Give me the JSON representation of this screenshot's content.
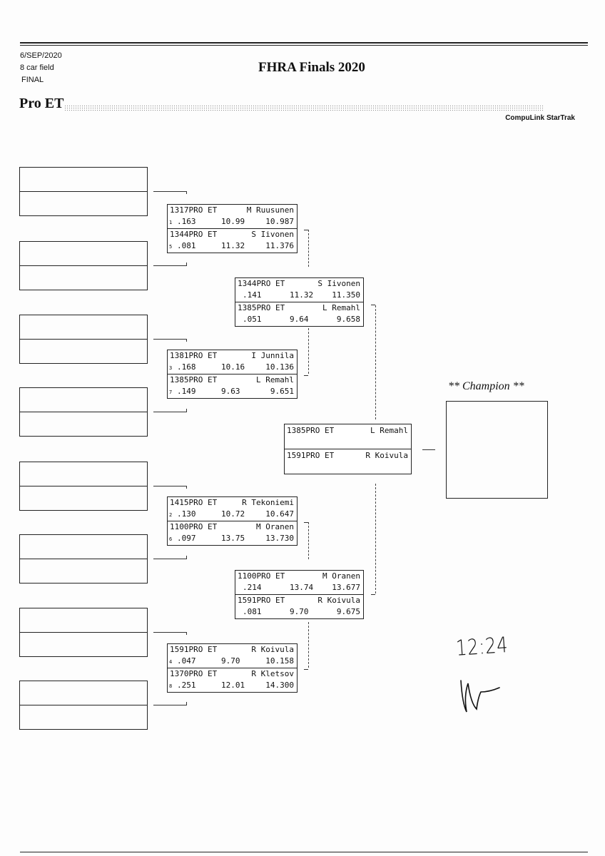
{
  "header": {
    "date": "6/SEP/2020",
    "field": "8 car field",
    "stage": "FINAL",
    "title": "FHRA Finals 2020",
    "class": "Pro ET",
    "software": "CompuLink StarTrak"
  },
  "round1": [
    {
      "a": {
        "num": "1317",
        "cls": "PRO ET",
        "name": "M Ruusunen",
        "seed": "1",
        "rt": ".163",
        "dial": "10.99",
        "et": "10.987"
      },
      "b": {
        "num": "1344",
        "cls": "PRO ET",
        "name": "S Iivonen",
        "seed": "5",
        "rt": ".081",
        "dial": "11.32",
        "et": "11.376"
      }
    },
    {
      "a": {
        "num": "1381",
        "cls": "PRO ET",
        "name": "I Junnila",
        "seed": "3",
        "rt": ".168",
        "dial": "10.16",
        "et": "10.136"
      },
      "b": {
        "num": "1385",
        "cls": "PRO ET",
        "name": "L Remahl",
        "seed": "7",
        "rt": ".149",
        "dial": "9.63",
        "et": "9.651"
      }
    },
    {
      "a": {
        "num": "1415",
        "cls": "PRO ET",
        "name": "R Tekoniemi",
        "seed": "2",
        "rt": ".130",
        "dial": "10.72",
        "et": "10.647"
      },
      "b": {
        "num": "1100",
        "cls": "PRO ET",
        "name": "M Oranen",
        "seed": "6",
        "rt": ".097",
        "dial": "13.75",
        "et": "13.730"
      }
    },
    {
      "a": {
        "num": "1591",
        "cls": "PRO ET",
        "name": "R Koivula",
        "seed": "4",
        "rt": ".047",
        "dial": "9.70",
        "et": "10.158"
      },
      "b": {
        "num": "1370",
        "cls": "PRO ET",
        "name": "R Kletsov",
        "seed": "8",
        "rt": ".251",
        "dial": "12.01",
        "et": "14.300"
      }
    }
  ],
  "round2": [
    {
      "a": {
        "num": "1344",
        "cls": "PRO ET",
        "name": "S Iivonen",
        "rt": ".141",
        "dial": "11.32",
        "et": "11.350"
      },
      "b": {
        "num": "1385",
        "cls": "PRO ET",
        "name": "L Remahl",
        "rt": ".051",
        "dial": "9.64",
        "et": "9.658"
      }
    },
    {
      "a": {
        "num": "1100",
        "cls": "PRO ET",
        "name": "M Oranen",
        "rt": ".214",
        "dial": "13.74",
        "et": "13.677"
      },
      "b": {
        "num": "1591",
        "cls": "PRO ET",
        "name": "R Koivula",
        "rt": ".081",
        "dial": "9.70",
        "et": "9.675"
      }
    }
  ],
  "final": {
    "a": {
      "num": "1385",
      "cls": "PRO ET",
      "name": "L Remahl"
    },
    "b": {
      "num": "1591",
      "cls": "PRO ET",
      "name": "R Koivula"
    }
  },
  "champion": {
    "label": "** Champion **"
  },
  "handwriting": {
    "time": "12:24"
  }
}
